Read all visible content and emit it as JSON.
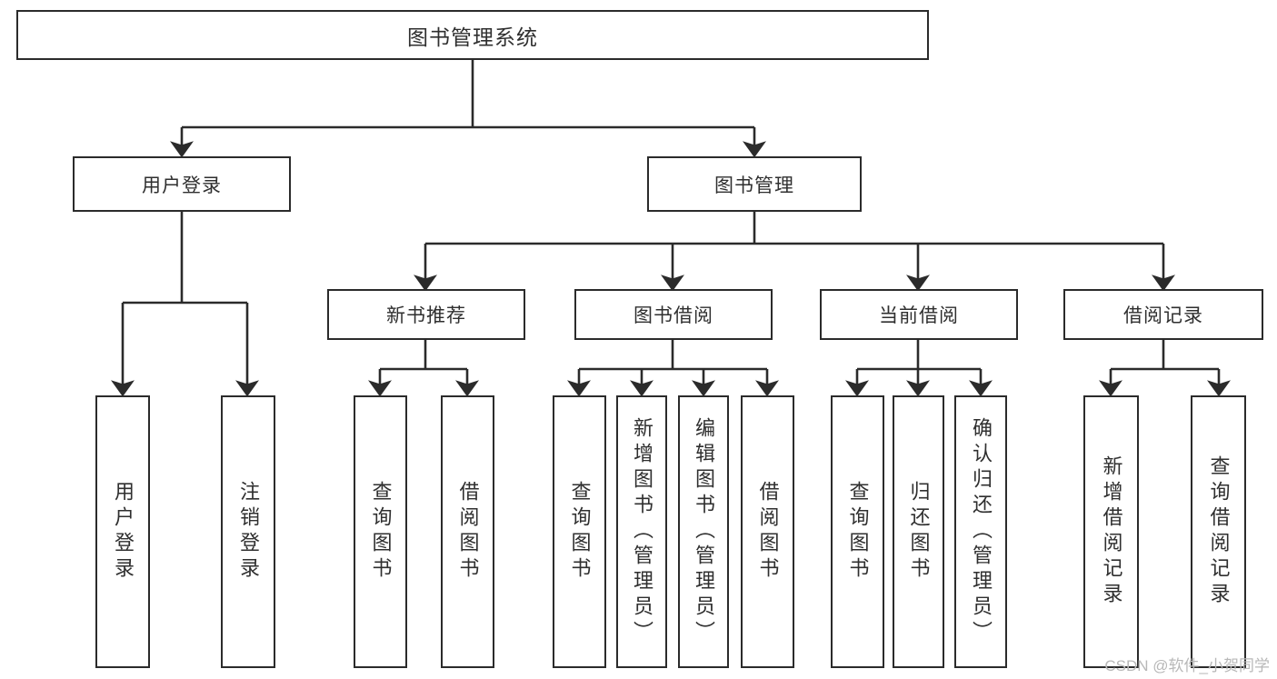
{
  "diagram": {
    "title": "图书管理系统",
    "type": "tree-hierarchy",
    "root": {
      "label": "图书管理系统"
    },
    "level2": [
      {
        "id": "user-login",
        "label": "用户登录"
      },
      {
        "id": "book-management",
        "label": "图书管理"
      }
    ],
    "level3": [
      {
        "id": "new-book-recommend",
        "label": "新书推荐"
      },
      {
        "id": "book-borrow",
        "label": "图书借阅"
      },
      {
        "id": "current-borrow",
        "label": "当前借阅"
      },
      {
        "id": "borrow-record",
        "label": "借阅记录"
      }
    ],
    "leaves": {
      "user_login": [
        {
          "id": "leaf-user-login",
          "label": "用户登录"
        },
        {
          "id": "leaf-logout-login",
          "label": "注销登录"
        }
      ],
      "new_book_recommend": [
        {
          "id": "leaf-query-book-1",
          "label": "查询图书"
        },
        {
          "id": "leaf-borrow-book-1",
          "label": "借阅图书"
        }
      ],
      "book_borrow": [
        {
          "id": "leaf-query-book-2",
          "label": "查询图书"
        },
        {
          "id": "leaf-add-book",
          "label": "新增图书（管理员）"
        },
        {
          "id": "leaf-edit-book",
          "label": "编辑图书（管理员）"
        },
        {
          "id": "leaf-borrow-book-2",
          "label": "借阅图书"
        }
      ],
      "current_borrow": [
        {
          "id": "leaf-query-book-3",
          "label": "查询图书"
        },
        {
          "id": "leaf-return-book",
          "label": "归还图书"
        },
        {
          "id": "leaf-confirm-return",
          "label": "确认归还（管理员）"
        }
      ],
      "borrow_record": [
        {
          "id": "leaf-add-record",
          "label": "新增借阅记录"
        },
        {
          "id": "leaf-query-record",
          "label": "查询借阅记录"
        }
      ]
    }
  },
  "watermark": {
    "text": "CSDN @软件_小贺同学"
  },
  "colors": {
    "stroke": "#2b2b2b",
    "text": "#2f2f2f",
    "background": "#ffffff",
    "watermark": "#b8b8b8"
  }
}
